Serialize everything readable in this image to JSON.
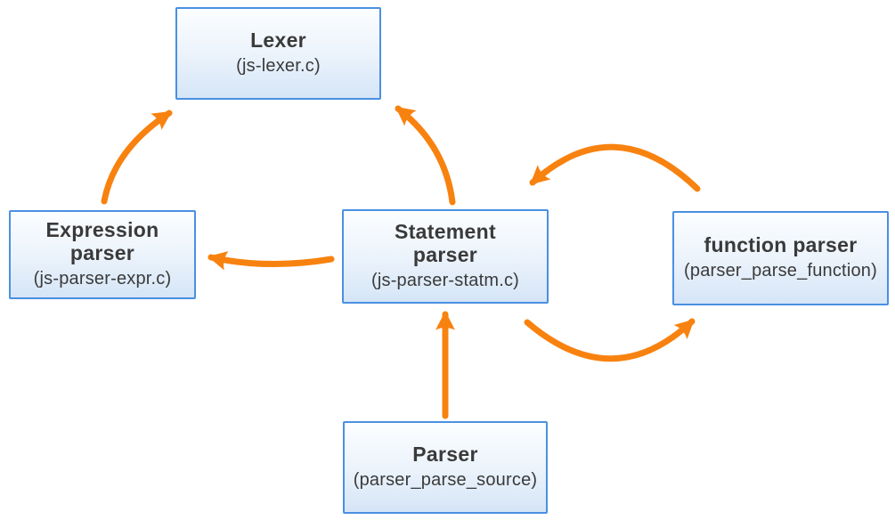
{
  "diagram": {
    "type": "flow-diagram",
    "description": "Parser module call diagram",
    "colors": {
      "arrow": "#F8820F",
      "box_border": "#4A90E2",
      "box_fill_top": "#FCFEFF",
      "box_fill_mid": "#EAF2FB",
      "box_fill_bottom": "#D5E5F7",
      "text": "#3A3A3A",
      "background": "#FFFFFF"
    },
    "nodes": {
      "lexer": {
        "title": "Lexer",
        "subtitle": "(js-lexer.c)"
      },
      "expression_parser": {
        "title": "Expression parser",
        "subtitle": "(js-parser-expr.c)"
      },
      "statement_parser": {
        "title": "Statement parser",
        "subtitle": "(js-parser-statm.c)"
      },
      "function_parser": {
        "title": "function parser",
        "subtitle": "(parser_parse_function)"
      },
      "parser": {
        "title": "Parser",
        "subtitle": "(parser_parse_source)"
      }
    },
    "edges": [
      {
        "from": "expression_parser",
        "to": "lexer"
      },
      {
        "from": "statement_parser",
        "to": "lexer"
      },
      {
        "from": "statement_parser",
        "to": "expression_parser"
      },
      {
        "from": "function_parser",
        "to": "statement_parser"
      },
      {
        "from": "statement_parser",
        "to": "function_parser"
      },
      {
        "from": "parser",
        "to": "statement_parser"
      }
    ]
  }
}
